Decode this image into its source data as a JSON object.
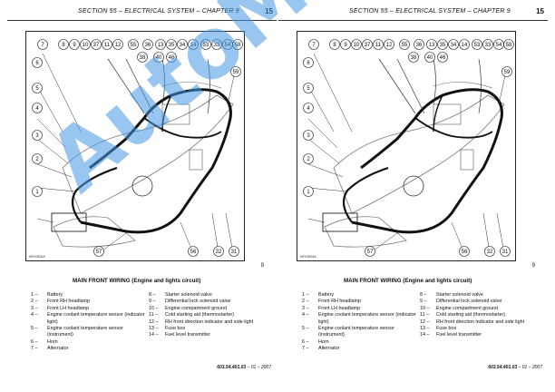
{
  "header": {
    "title": "SECTION 55 – ELECTRICAL SYSTEM – CHAPTER 9",
    "page_number": "15"
  },
  "figure": {
    "ref_code": "MFH0594A",
    "number": "9",
    "callouts_top": [
      "7",
      "8",
      "9",
      "10",
      "37",
      "11",
      "12",
      "55",
      "36",
      "13",
      "35",
      "34",
      "14",
      "53",
      "33",
      "54",
      "58"
    ],
    "callouts_second": [
      "38",
      "40",
      "46"
    ],
    "callouts_left": [
      "6",
      "5",
      "4",
      "3",
      "2",
      "1"
    ],
    "callouts_right": [
      "59"
    ],
    "callouts_bottom": [
      "57",
      "56",
      "32",
      "31"
    ]
  },
  "caption": "MAIN FRONT WIRING (Engine and lights circuit)",
  "legend_left": [
    {
      "num": "1 –",
      "text": "Battery"
    },
    {
      "num": "2 –",
      "text": "Front RH headlamp"
    },
    {
      "num": "3 –",
      "text": "Front LH headlamp"
    },
    {
      "num": "4 –",
      "text": "Engine coolant temperature sensor (indicator light)"
    },
    {
      "num": "5 –",
      "text": "Engine coolant temperature sensor (instrument)"
    },
    {
      "num": "6 –",
      "text": "Horn"
    },
    {
      "num": "7 –",
      "text": "Alternator"
    }
  ],
  "legend_right": [
    {
      "num": "8 –",
      "text": "Starter solenoid valve"
    },
    {
      "num": "9 –",
      "text": "Differential lock solenoid valve"
    },
    {
      "num": "10 –",
      "text": "Engine compartment ground"
    },
    {
      "num": "11 –",
      "text": "Cold starting aid (thermostarter)"
    },
    {
      "num": "12 –",
      "text": "RH front direction indicator and side light"
    },
    {
      "num": "13 –",
      "text": "Fuse box"
    },
    {
      "num": "14 –",
      "text": "Fuel level transmitter"
    }
  ],
  "footer": {
    "code": "603.54.401.03",
    "suffix": " – 01 – 2007"
  },
  "watermark": "AutoManual",
  "colors": {
    "watermark": "#4696e6",
    "line": "#111111"
  }
}
